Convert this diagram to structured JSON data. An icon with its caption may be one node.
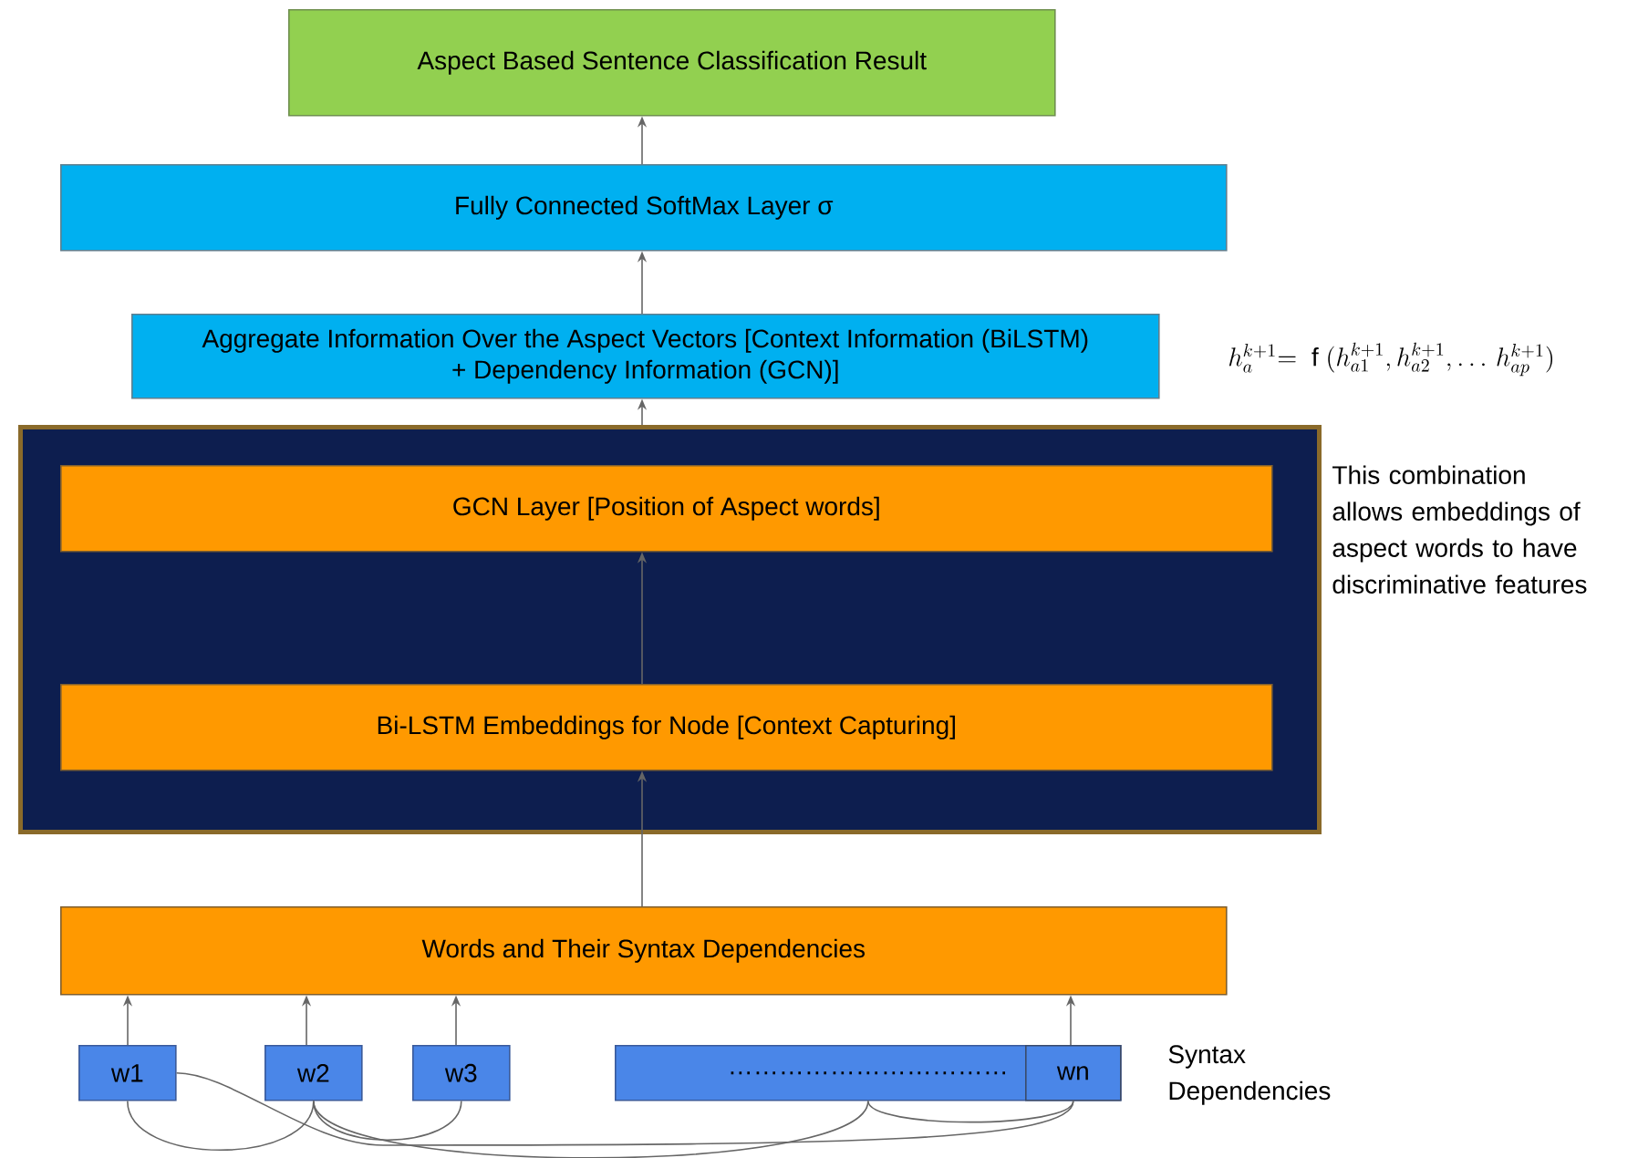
{
  "diagram": {
    "nodes": [
      {
        "text": [
          "Aspect Based Sentence Classification Result"
        ]
      },
      {
        "text": [
          "Fully Connected SoftMax Layer σ"
        ]
      },
      {
        "text": [
          "Aggregate Information Over the Aspect Vectors [Context Information (BiLSTM) + Dependency Information (GCN)]"
        ],
        "beside": [
          "h_a^{k+1}\\mathrm{=\\ f\\ }(h_{a1}^{k+1}, h_{a2}^{k+1}, \\ldots\\, h_{ap}^{k+1})"
        ]
      },
      {
        "text": [],
        "shape": "box"
      },
      {
        "text": [
          "GCN Layer [Position of Aspect words]"
        ],
        "in": 3
      },
      {
        "text": [
          "Bi-LSTM Embeddings for Node [Context Capturing]"
        ],
        "in": 3
      },
      {
        "text": [
          "Words and Their Syntax Dependencies"
        ]
      },
      {
        "text": [
          "w1"
        ]
      },
      {
        "text": [
          "w2"
        ]
      },
      {
        "text": [
          "w3"
        ]
      },
      {
        "text": [
          "……………………………"
        ]
      },
      {
        "text": [
          "wn"
        ],
        "in": 10
      }
    ],
    "edges": [
      {
        "from": 1,
        "to": 0,
        "arrow": "to"
      },
      {
        "from": 2,
        "to": 1,
        "arrow": "to"
      },
      {
        "from": 3,
        "to": 2,
        "arrow": "to"
      },
      {
        "from": 5,
        "to": 4,
        "arrow": "to"
      },
      {
        "from": 6,
        "to": 5,
        "arrow": "to"
      },
      {
        "from": 7,
        "to": 6,
        "arrow": "to"
      },
      {
        "from": 8,
        "to": 6,
        "arrow": "to"
      },
      {
        "from": 9,
        "to": 6,
        "arrow": "to"
      },
      {
        "from": 11,
        "to": 6,
        "arrow": "to"
      },
      {
        "from": 7,
        "to": 8,
        "arrow": "none"
      },
      {
        "from": 8,
        "to": 9,
        "arrow": "none"
      },
      {
        "from": 7,
        "to": 11,
        "arrow": "none"
      },
      {
        "from": 8,
        "to": 10,
        "arrow": "none"
      },
      {
        "from": 10,
        "to": 11,
        "arrow": "none"
      }
    ],
    "labels": [
      "This combination allows embeddings of aspect words to have discriminative features",
      "Syntax Dependencies"
    ]
  }
}
